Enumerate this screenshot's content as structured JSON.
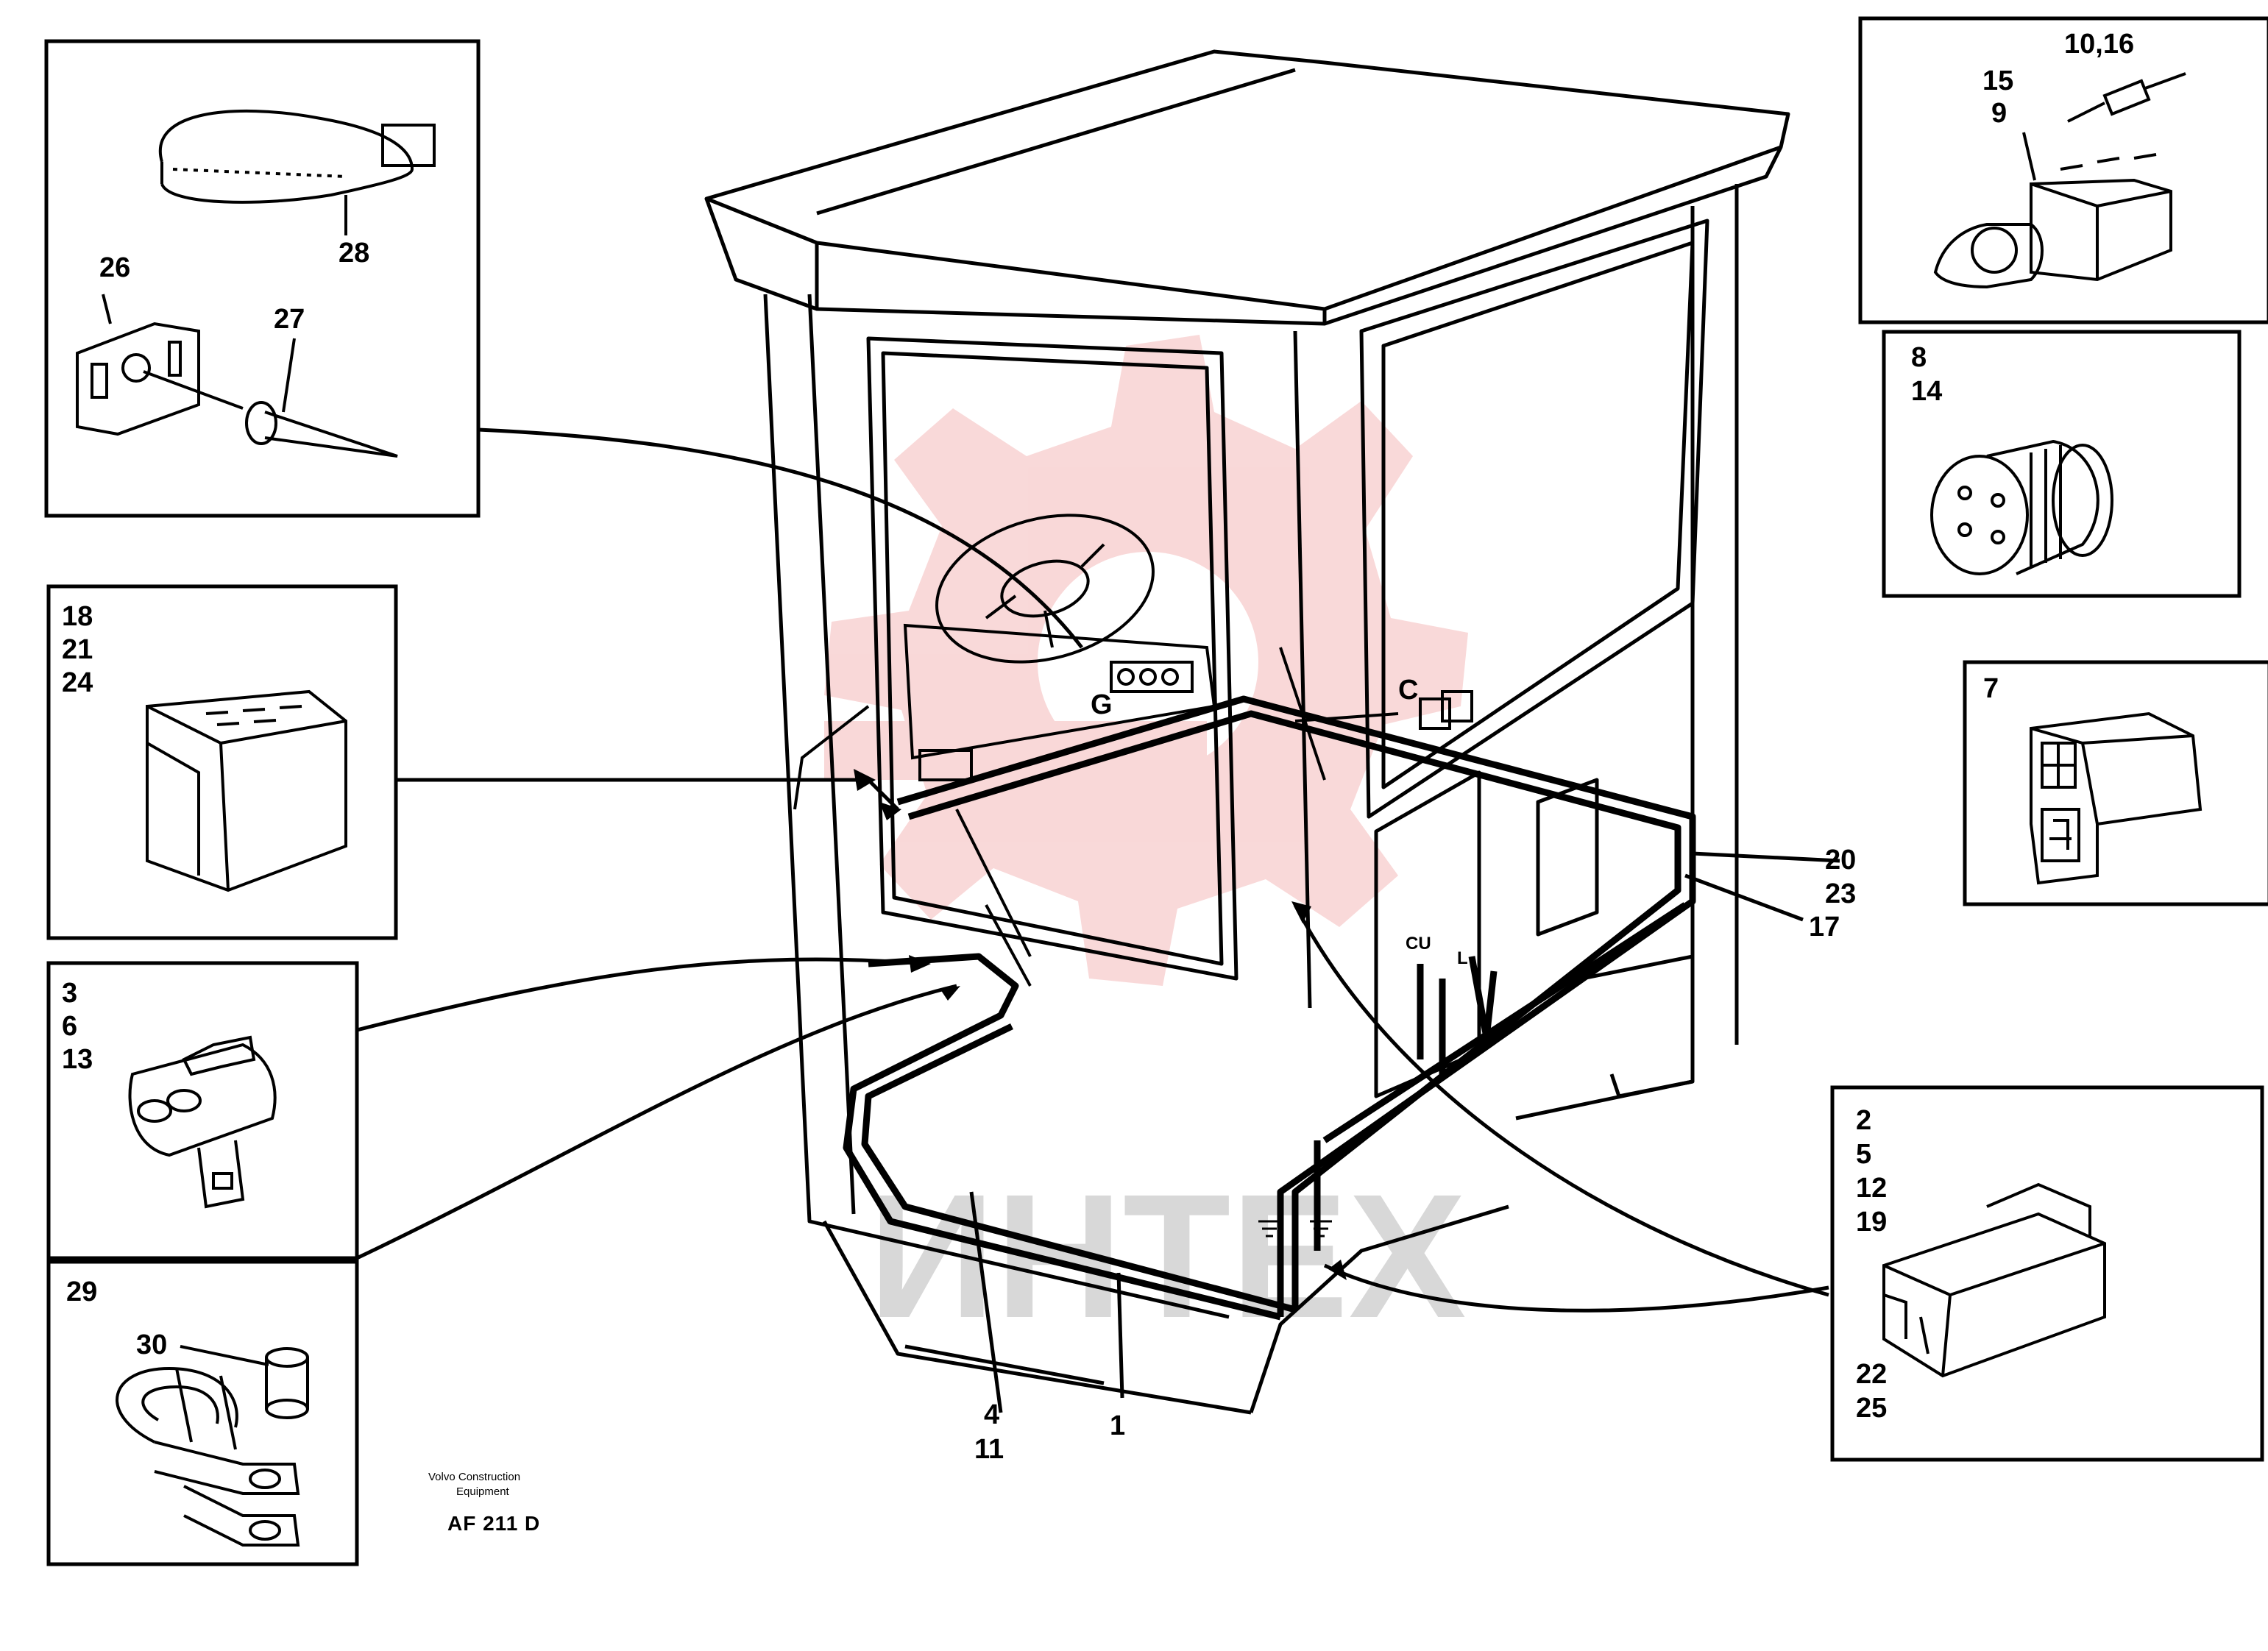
{
  "watermark": {
    "text": "ИНТЕХ",
    "color": "#f2aaaa"
  },
  "callouts": {
    "box_tie": {
      "a": "28",
      "b": "26",
      "c": "27"
    },
    "box_relay": {
      "lines": [
        "18",
        "21",
        "24"
      ]
    },
    "box_clip": {
      "lines": [
        "3",
        "6",
        "13"
      ]
    },
    "box_clamp": {
      "a": "29",
      "b": "30"
    },
    "box_sender": {
      "a": "10,16",
      "b": "15",
      "c": "9"
    },
    "box_plug": {
      "lines": [
        "8",
        "14"
      ]
    },
    "box_connector7": {
      "a": "7"
    },
    "box_connector": {
      "top": [
        "2",
        "5",
        "12",
        "19"
      ],
      "bottom": [
        "22",
        "25"
      ]
    },
    "harness": {
      "a": "20",
      "b": "23",
      "c": "17",
      "d": "4",
      "e": "11",
      "f": "1"
    }
  },
  "publisher": {
    "line1": "Volvo Construction",
    "line2": "Equipment"
  },
  "figure_code": "AF 211 D",
  "dash_markings": {
    "g": "G",
    "c": "C",
    "cu": "CU",
    "l": "L"
  }
}
